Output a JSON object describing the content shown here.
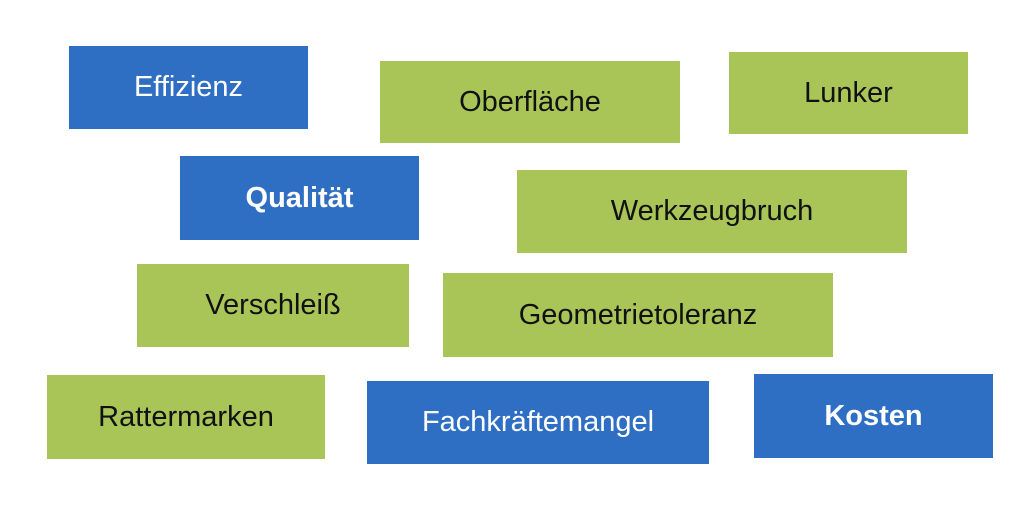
{
  "colors": {
    "blue": "#2e6fc4",
    "green": "#a9c558",
    "green_text": "#111111",
    "blue_text": "#ffffff"
  },
  "tags": {
    "effizienz": "Effizienz",
    "oberflaeche": "Oberfläche",
    "lunker": "Lunker",
    "qualitaet": "Qualität",
    "werkzeugbruch": "Werkzeugbruch",
    "verschleiss": "Verschleiß",
    "geometrietoleranz": "Geometrietoleranz",
    "rattermarken": "Rattermarken",
    "fachkraeftemangel": "Fachkräftemangel",
    "kosten": "Kosten"
  }
}
